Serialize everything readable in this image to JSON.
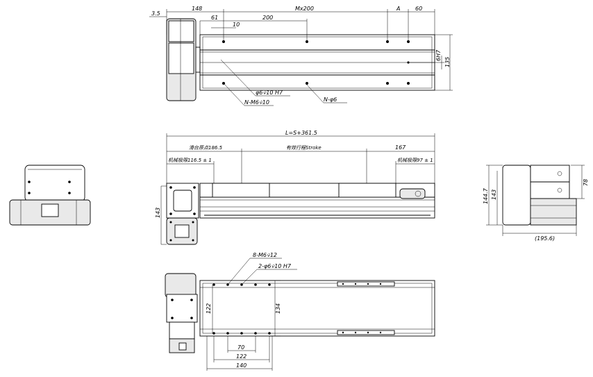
{
  "top_view": {
    "dims": {
      "d3_5": "3.5",
      "d148": "148",
      "mx200": "Mx200",
      "a": "A",
      "d60": "60",
      "d61": "61",
      "d200": "200",
      "d10": "10",
      "d6h7": "6H7",
      "d135": "135"
    },
    "callouts": {
      "hole_spec": "φ6⩒10 H7",
      "thread_spec": "N-M6⩒10",
      "n_holes": "N-φ6"
    }
  },
  "front_view": {
    "total_length": "L=S+361.5",
    "slide_origin": "滑台原点186.5",
    "stroke": "有效行程Stroke",
    "right_167": "167",
    "mech_limit_left": "机械极限116.5 ± 1",
    "mech_limit_right": "机械极限97 ± 1",
    "height_143": "143"
  },
  "side_view": {
    "h144_7": "144.7",
    "h143": "143",
    "h78": "78",
    "w195_6": "(195.6)"
  },
  "bottom_view": {
    "thread_callout": "8-M6⩒12",
    "hole_callout": "2-φ6⩒10 H7",
    "d122v": "122",
    "d134": "134",
    "d70": "70",
    "d122h": "122",
    "d140": "140"
  }
}
